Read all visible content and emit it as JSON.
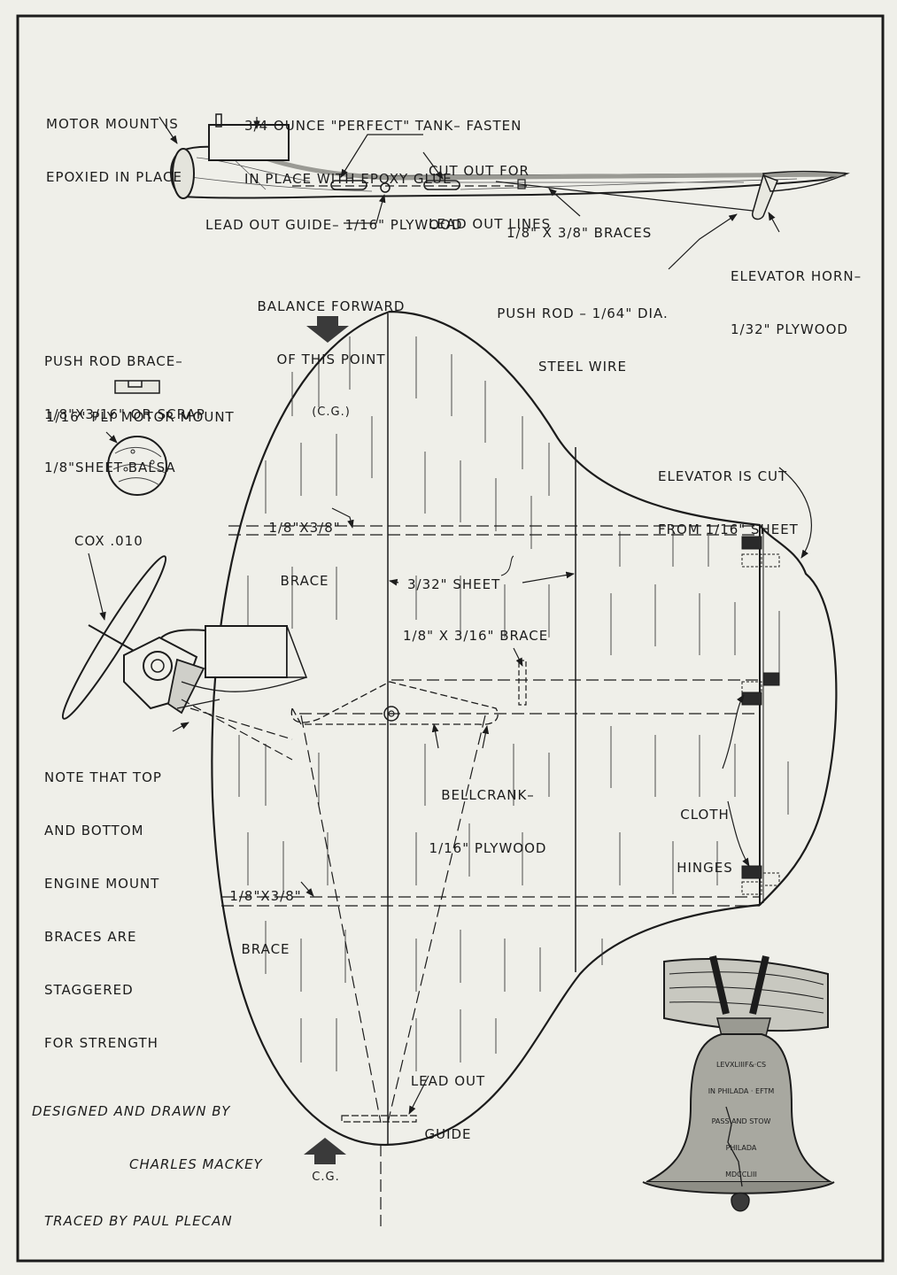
{
  "labels": {
    "motor_mount_epoxied": [
      "MOTOR MOUNT IS",
      "EPOXIED IN PLACE"
    ],
    "tank_note": [
      "3/4 OUNCE \"PERFECT\" TANK– FASTEN",
      "IN PLACE WITH EPOXY GLUE"
    ],
    "cut_out_lead_out": [
      "CUT OUT FOR",
      "LEAD OUT LINES"
    ],
    "lead_out_guide_ply": "LEAD OUT GUIDE– 1/16\" PLYWOOD",
    "braces_1_8x3_8": "1/8\" X 3/8\" BRACES",
    "elevator_horn": [
      "ELEVATOR HORN–",
      "1/32\" PLYWOOD"
    ],
    "push_rod": [
      "PUSH ROD – 1/64\" DIA.",
      "STEEL WIRE"
    ],
    "balance_forward": [
      "BALANCE FORWARD",
      "OF THIS POINT",
      "(C.G.)"
    ],
    "push_rod_brace": [
      "PUSH ROD BRACE–",
      "1/8\"X3/16\" OR SCRAP",
      "1/8\"SHEET BALSA"
    ],
    "ply_motor_mount": "1/16\" PLY MOTOR MOUNT",
    "elevator_cut": [
      "ELEVATOR IS CUT",
      "FROM 1/16\" SHEET"
    ],
    "brace_top": [
      "1/8\"X3/8\"",
      "BRACE"
    ],
    "cox": "COX .010",
    "sheet_3_32": "3/32\" SHEET",
    "brace_1_8x3_16": "1/8\" X 3/16\" BRACE",
    "note_engine": [
      "NOTE THAT TOP",
      "AND BOTTOM",
      "ENGINE MOUNT",
      "BRACES ARE",
      "STAGGERED",
      "FOR STRENGTH"
    ],
    "bellcrank": [
      "BELLCRANK–",
      "1/16\" PLYWOOD"
    ],
    "cloth_hinges": [
      "CLOTH",
      "HINGES"
    ],
    "brace_bottom": [
      "1/8\"X3/8\"",
      "BRACE"
    ],
    "lead_out_guide": [
      "LEAD OUT",
      "GUIDE"
    ],
    "cg_bottom": "C.G.",
    "credits": [
      "DESIGNED AND DRAWN BY",
      "CHARLES MACKEY",
      "TRACED BY PAUL PLECAN"
    ],
    "bell_inscription": [
      "LEVXLIIIF&·CS",
      "IN PHILADA · EFTM",
      "PASS AND STOW",
      "PHILADA",
      "MDCCLIII"
    ]
  },
  "colors": {
    "paper": "#efefe9",
    "ink": "#1c1c1c",
    "wood_grain": "#3a3a3a",
    "tank": "#cfcfc9"
  }
}
